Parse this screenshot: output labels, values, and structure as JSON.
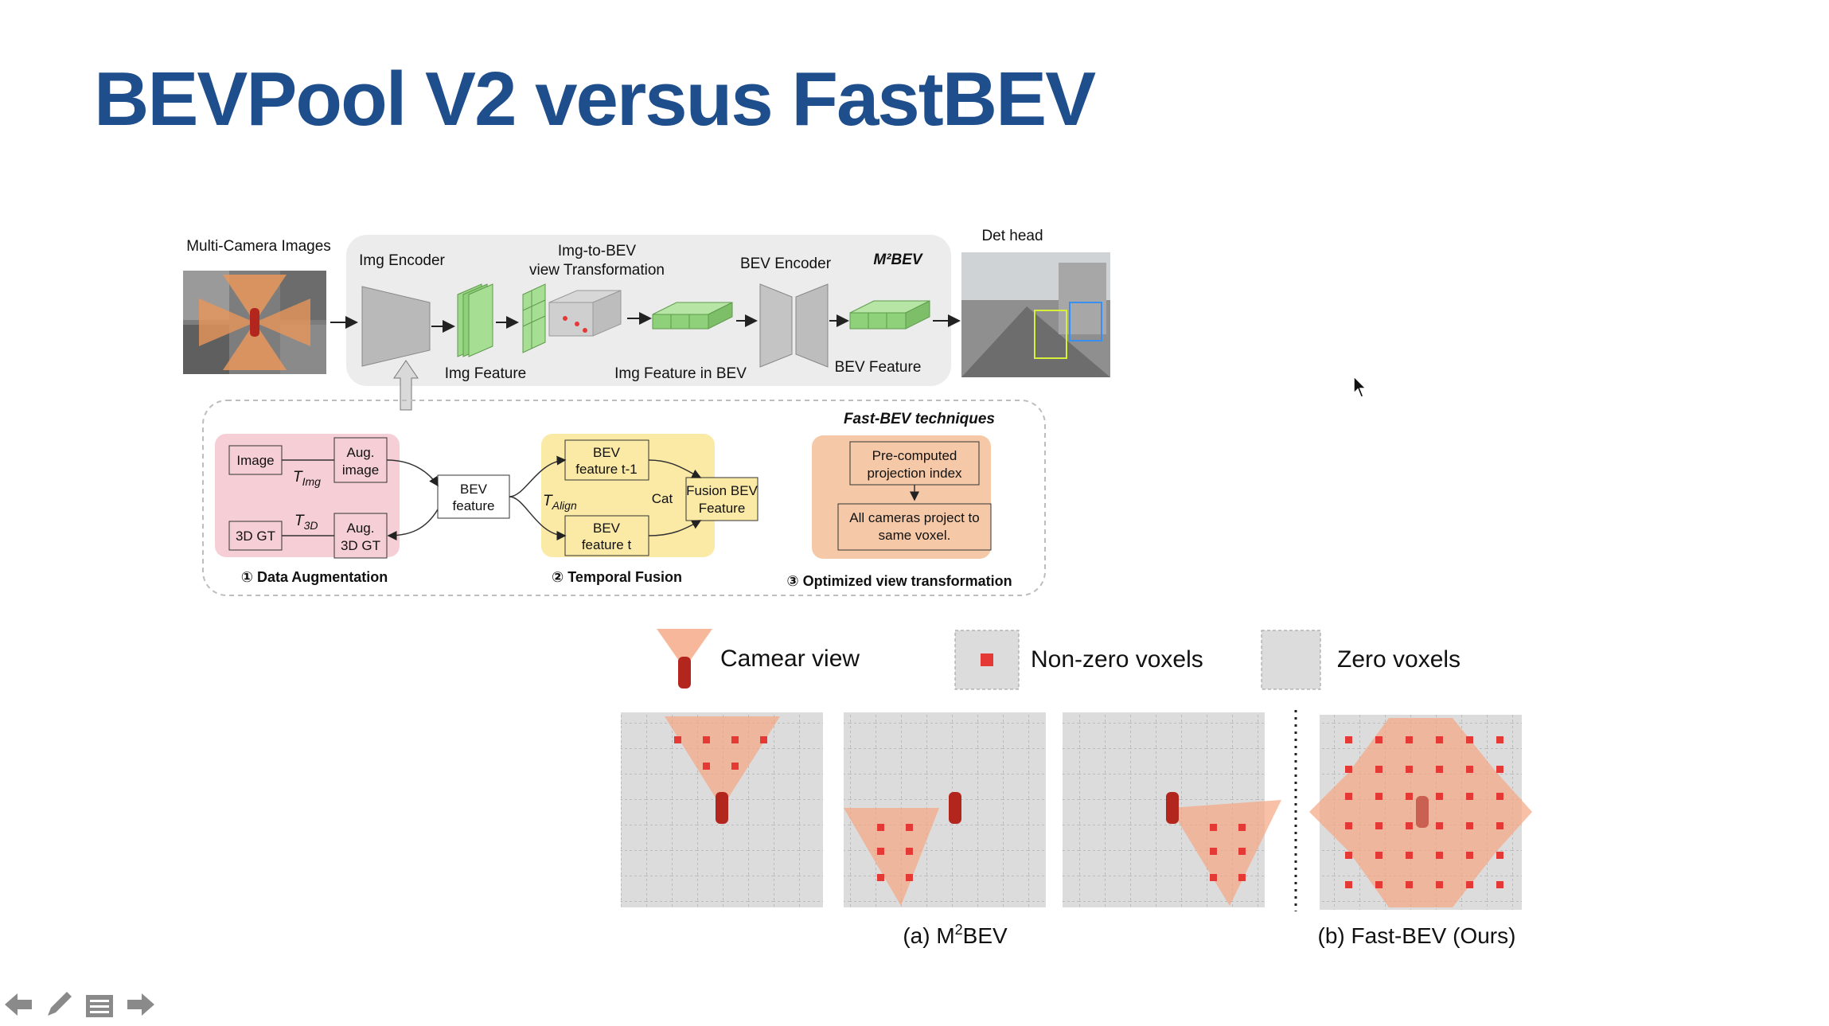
{
  "slide": {
    "title": "BEVPool V2 versus FastBEV"
  },
  "pipeline": {
    "multi_camera_label": "Multi-Camera Images",
    "img_encoder_label": "Img Encoder",
    "img_to_bev_label_1": "Img-to-BEV",
    "img_to_bev_label_2": "view Transformation",
    "bev_encoder_label": "BEV Encoder",
    "m2bev_tag": "M²BEV",
    "det_head_label": "Det head",
    "img_feature_label": "Img Feature",
    "img_feature_bev_label": "Img Feature in BEV",
    "bev_feature_label": "BEV Feature"
  },
  "techniques": {
    "title": "Fast-BEV techniques",
    "data_aug": {
      "image": "Image",
      "aug_image_1": "Aug.",
      "aug_image_2": "image",
      "t_img": "T",
      "t_img_sub": "Img",
      "gt": "3D GT",
      "aug_gt_1": "Aug.",
      "aug_gt_2": "3D GT",
      "t_3d": "T",
      "t_3d_sub": "3D",
      "bev_1": "BEV",
      "bev_2": "feature",
      "caption": "① Data Augmentation"
    },
    "temporal": {
      "bev_t1_1": "BEV",
      "bev_t1_2": "feature t-1",
      "bev_t_1": "BEV",
      "bev_t_2": "feature t",
      "t_align": "T",
      "t_align_sub": "Align",
      "cat": "Cat",
      "fusion_1": "Fusion BEV",
      "fusion_2": "Feature",
      "caption": "② Temporal Fusion"
    },
    "optimized": {
      "pre_1": "Pre-computed",
      "pre_2": "projection index",
      "all_1": "All cameras project to",
      "all_2": "same voxel.",
      "caption": "③ Optimized view transformation"
    }
  },
  "legend": {
    "camera": "Camear view",
    "nonzero": "Non-zero voxels",
    "zero": "Zero voxels"
  },
  "captions": {
    "a_prefix": "(a) M",
    "a_sup": "2",
    "a_suffix": "BEV",
    "b": "(b) Fast-BEV (Ours)"
  },
  "colors": {
    "title": "#1f4e8c",
    "green_feature": "#8fd17a",
    "pink_panel": "#f6cfd6",
    "yellow_panel": "#fbe9a6",
    "orange_panel": "#f5c9a8",
    "voxel_red": "#e53935",
    "cone_orange": "#f4a582"
  },
  "nav": {
    "prev": "arrow-left-icon",
    "pen": "pencil-icon",
    "menu": "menu-icon",
    "next": "arrow-right-icon"
  }
}
